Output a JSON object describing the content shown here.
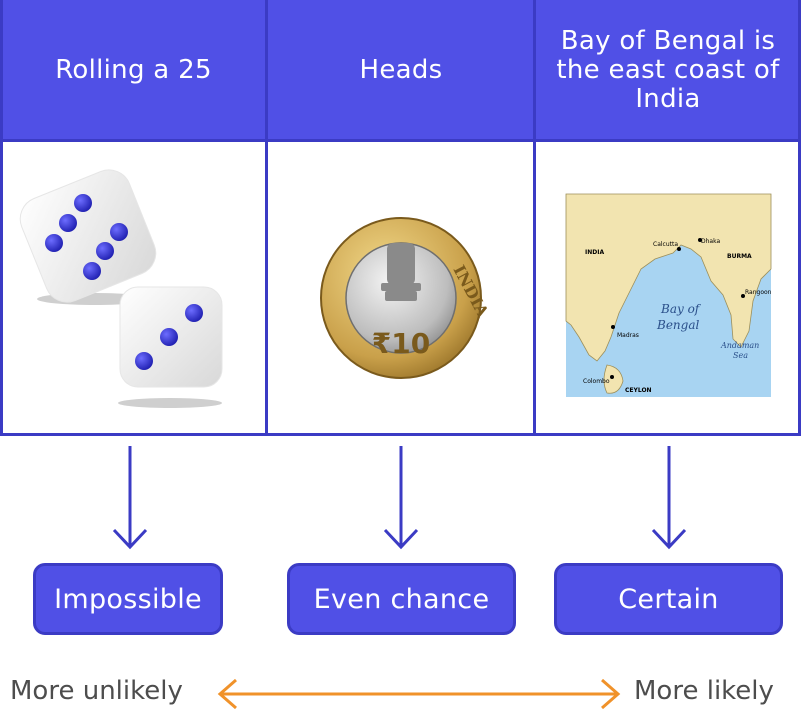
{
  "columns": [
    {
      "header": "Rolling a 25",
      "image": "dice-icon",
      "outcome": "Impossible"
    },
    {
      "header": "Heads",
      "image": "coin-icon",
      "coin_text": "INDIA",
      "coin_value": "₹10",
      "outcome": "Even chance"
    },
    {
      "header": "Bay of Bengal is the east coast of India",
      "image": "map-icon",
      "outcome": "Certain",
      "map_labels": {
        "india": "INDIA",
        "calcutta": "Calcutta",
        "dhaka": "Dhaka",
        "burma": "BURMA",
        "rangoon": "Rangoon",
        "bay1": "Bay of",
        "bay2": "Bengal",
        "madras": "Madras",
        "andaman1": "Andaman",
        "andaman2": "Sea",
        "colombo": "Colombo",
        "ceylon": "CEYLON"
      }
    }
  ],
  "scale": {
    "left": "More unlikely",
    "right": "More likely"
  },
  "colors": {
    "accent": "#5050e6",
    "border": "#3b3bc4",
    "scale_arrow": "#f0922a",
    "sea": "#a8d4f2",
    "land": "#f2e4b0"
  }
}
